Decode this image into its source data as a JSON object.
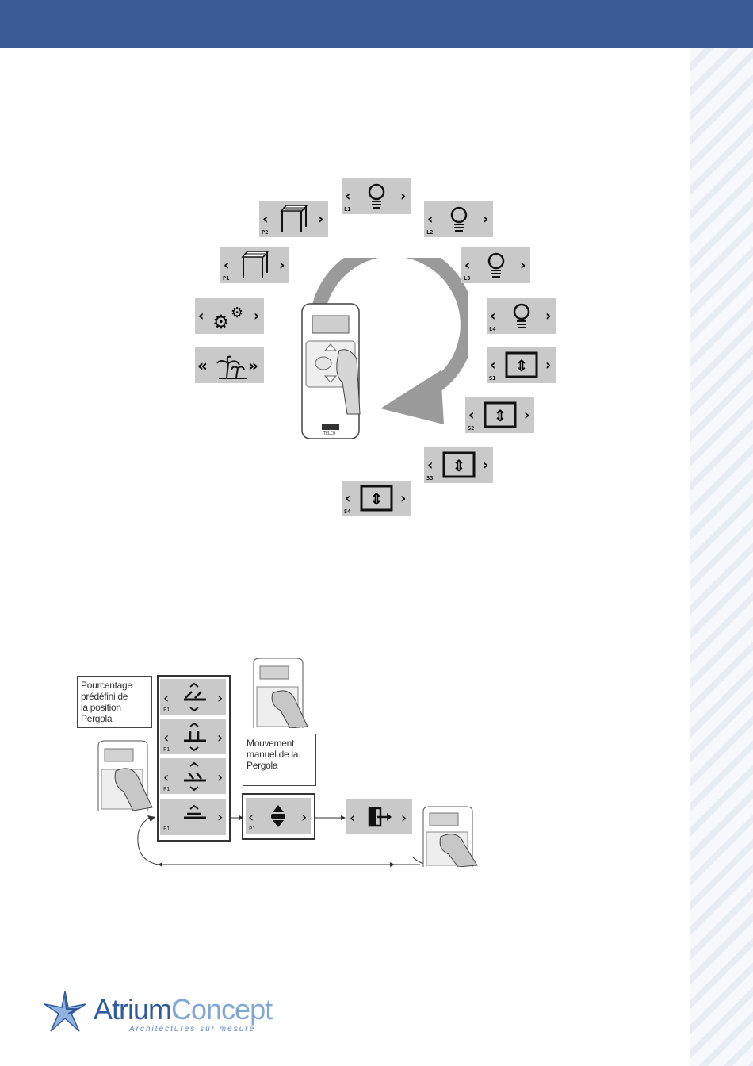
{
  "wheel": {
    "labels": {
      "L1": "L1",
      "L2": "L2",
      "L3": "L3",
      "L4": "L4",
      "S1": "S1",
      "S2": "S2",
      "S3": "S3",
      "S4": "S4",
      "P1": "P1",
      "P2": "P2"
    },
    "remote_brand": "TELCO"
  },
  "flow": {
    "note_preset": [
      "Pourcentage",
      "prédéfini de",
      "la position",
      "Pergola"
    ],
    "note_manual": [
      "Mouvement",
      "manuel de la",
      "Pergola"
    ],
    "tile_tag": "P1"
  },
  "logo": {
    "name_bold": "Atrium",
    "name_light": "Concept",
    "tagline": "Architectures sur mesure"
  },
  "colors": {
    "header": "#3a5a96",
    "tile": "#c9c9c9",
    "logo": "#2f5b9e"
  }
}
